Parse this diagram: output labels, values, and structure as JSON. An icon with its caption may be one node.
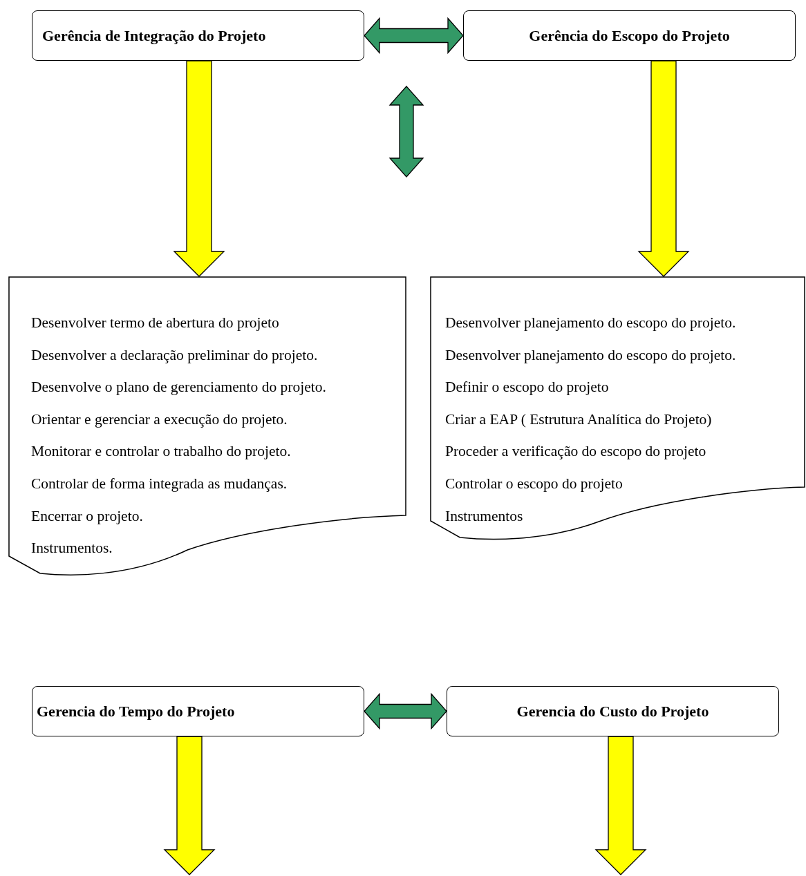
{
  "diagram": {
    "nodes": [
      {
        "text": [
          "Gerência de Integração do Projeto"
        ]
      },
      {
        "text": [
          "Gerência do Escopo do Projeto"
        ]
      },
      {
        "text": [
          "Desenvolver termo de abertura do projeto",
          "Desenvolver a declaração preliminar do projeto.",
          "Desenvolve o plano de gerenciamento do projeto.",
          "Orientar e gerenciar a execução do projeto.",
          "Monitorar e controlar o trabalho do projeto.",
          "Controlar de forma integrada as mudanças.",
          "Encerrar o projeto.",
          "Instrumentos."
        ]
      },
      {
        "text": [
          "Desenvolver planejamento do escopo do projeto.",
          "Desenvolver planejamento do escopo do projeto.",
          "Definir o escopo do projeto",
          "Criar a EAP ( Estrutura Analítica do Projeto)",
          "Proceder a verificação do escopo do projeto",
          "Controlar o escopo do projeto",
          "Instrumentos"
        ]
      },
      {
        "text": [
          "Gerencia do Tempo do Projeto"
        ]
      },
      {
        "text": [
          "Gerencia do Custo do Projeto"
        ]
      }
    ],
    "edges": [
      {
        "from": 0,
        "to": 1,
        "arrow": "both",
        "color": "#339966"
      },
      {
        "from": 0,
        "to": 2,
        "arrow": "to"
      },
      {
        "from": 1,
        "to": 3,
        "arrow": "to"
      },
      {
        "from": 4,
        "to": 5,
        "arrow": "both",
        "color": "#339966"
      },
      {
        "from": 4,
        "to": null,
        "arrow": "to"
      },
      {
        "from": 5,
        "to": null,
        "arrow": "to"
      }
    ]
  }
}
